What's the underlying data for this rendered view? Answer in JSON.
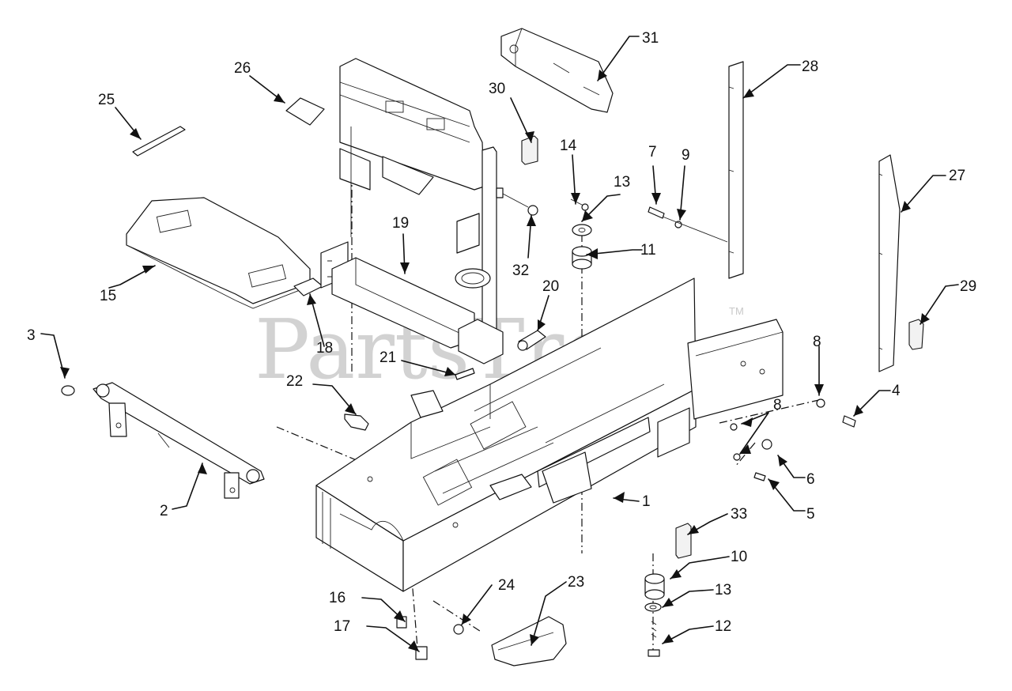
{
  "watermark": {
    "text": "PartsTree",
    "trademark": "TM"
  },
  "callouts": [
    "1",
    "2",
    "3",
    "4",
    "5",
    "6",
    "7",
    "8",
    "8",
    "9",
    "10",
    "11",
    "12",
    "13",
    "13",
    "14",
    "15",
    "16",
    "17",
    "18",
    "19",
    "20",
    "21",
    "22",
    "23",
    "24",
    "25",
    "26",
    "27",
    "28",
    "29",
    "30",
    "31",
    "32",
    "33"
  ]
}
